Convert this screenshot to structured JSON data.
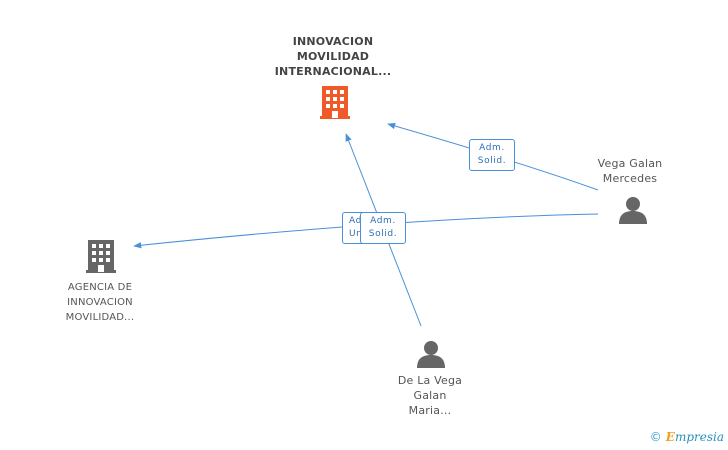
{
  "nodes": {
    "company_main": {
      "label_lines": [
        "INNOVACION",
        "MOVILIDAD",
        "INTERNACIONAL..."
      ],
      "color": "#f05a28",
      "icon": "building-icon"
    },
    "company_agency": {
      "label_lines": [
        "AGENCIA DE",
        "INNOVACION",
        "MOVILIDAD..."
      ],
      "color": "#666666",
      "icon": "building-icon"
    },
    "person_vega": {
      "label_lines": [
        "Vega Galan",
        "Mercedes"
      ],
      "color": "#666666",
      "icon": "person-icon"
    },
    "person_delavega": {
      "label_lines": [
        "De La Vega",
        "Galan",
        "Maria..."
      ],
      "color": "#666666",
      "icon": "person-icon"
    }
  },
  "edges": [
    {
      "from": "person_vega",
      "to": "company_main",
      "label_lines": [
        "Adm.",
        "Solid."
      ]
    },
    {
      "from": "person_vega",
      "to": "company_agency",
      "label_lines": [
        "Adm.",
        "Unico"
      ]
    },
    {
      "from": "person_delavega",
      "to": "company_main",
      "label_lines": [
        "Adm.",
        "Solid."
      ]
    }
  ],
  "edge_color": "#4a90d9",
  "watermark": {
    "copyright": "©",
    "brand_initial": "E",
    "brand_rest": "mpresia"
  }
}
